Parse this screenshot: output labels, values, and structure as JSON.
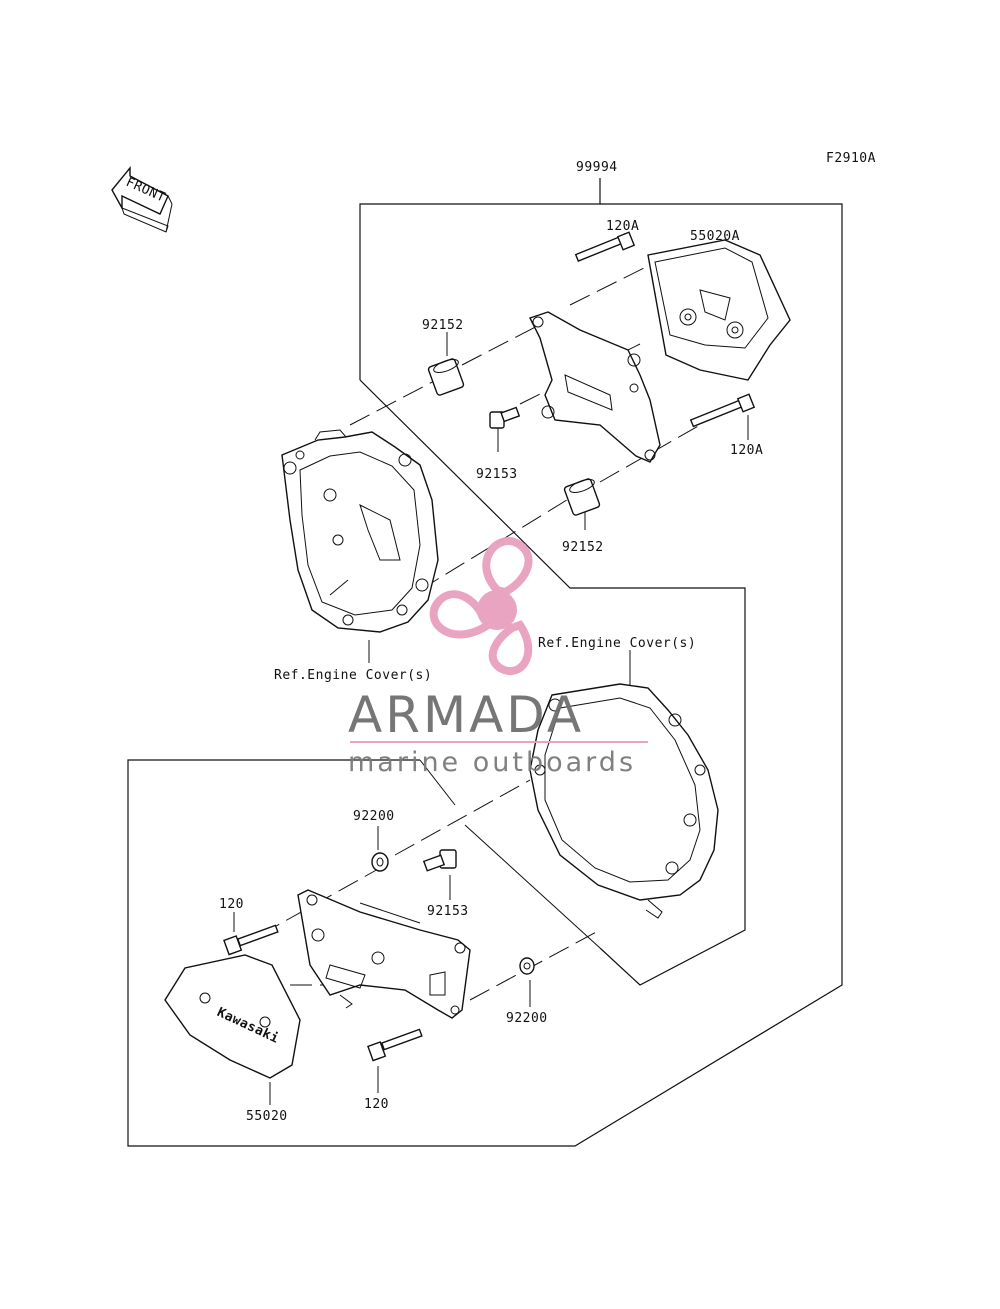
{
  "diagram": {
    "code": "F2910A",
    "front_label": "FRONT",
    "labels": {
      "assembly": "99994",
      "bolt_upper_top": "120A",
      "cover_upper": "55020A",
      "collar_upper_left": "92152",
      "bolt_small_upper": "92153",
      "bolt_upper_right": "120A",
      "collar_upper_right": "92152",
      "ref_left": "Ref.Engine Cover(s)",
      "ref_right": "Ref.Engine Cover(s)",
      "washer_top": "92200",
      "bolt_small_lower": "92153",
      "bolt_lower_left": "120",
      "washer_right": "92200",
      "cover_lower": "55020",
      "bolt_lower_bottom": "120",
      "brand_mark": "Kawasaki"
    }
  },
  "watermark": {
    "title": "ARMADA",
    "subtitle": "marine outboards",
    "color": "#e8a0bf"
  }
}
